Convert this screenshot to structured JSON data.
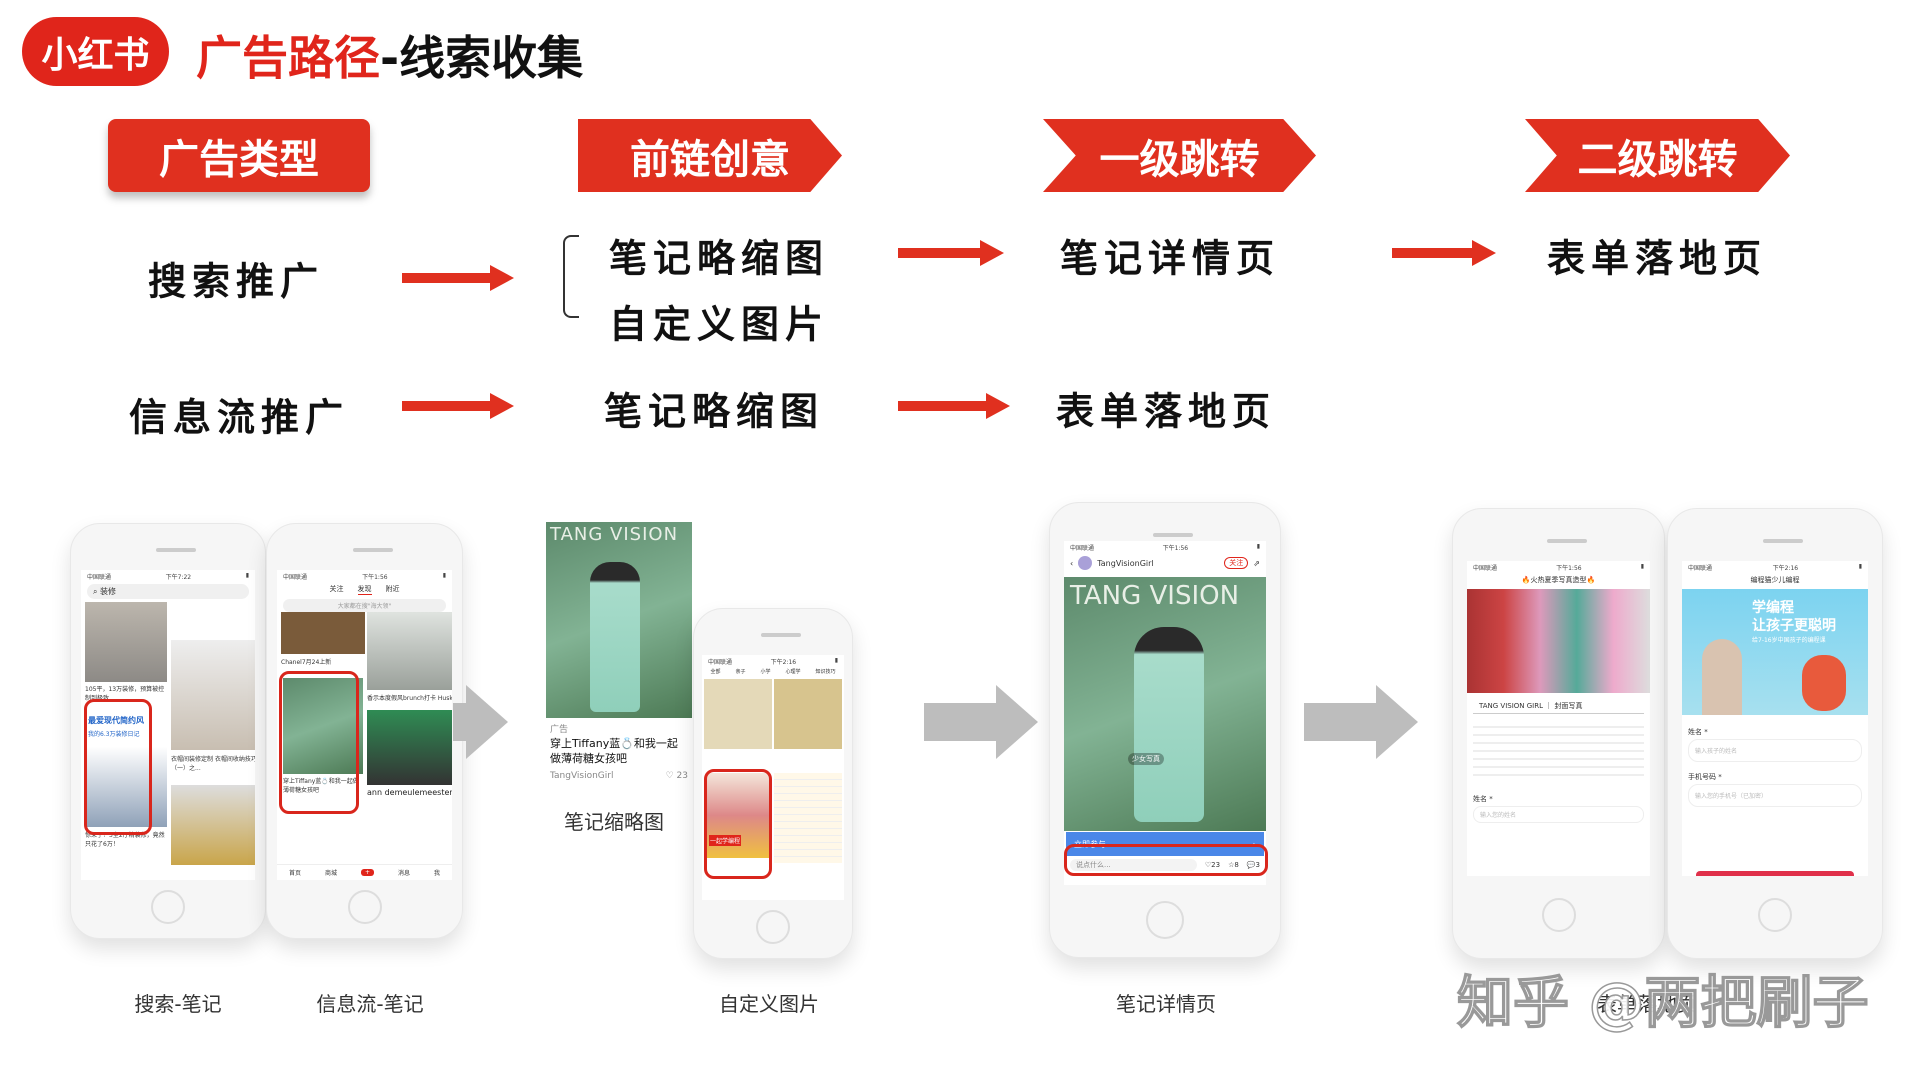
{
  "logo": "小红书",
  "title": {
    "highlight": "广告路径",
    "rest": "-线索收集"
  },
  "headers": [
    "广告类型",
    "前链创意",
    "一级跳转",
    "二级跳转"
  ],
  "rows": {
    "search": {
      "type": "搜索推广",
      "creatives": [
        "笔记略缩图",
        "自定义图片"
      ],
      "first": "笔记详情页",
      "second": "表单落地页"
    },
    "feed": {
      "type": "信息流推广",
      "creative": "笔记略缩图",
      "first": "表单落地页"
    }
  },
  "screens": {
    "search_phone": {
      "query": "装修",
      "items": [
        "105平，13万装修，预算被控制到极致",
        "最爱现代简约风",
        "我的6.3万装修日记",
        "惊呆了！3室2厅精装修，竟然只花了6万！",
        "衣帽间装修定制 衣帽间收纳技巧（一）之..."
      ]
    },
    "feed_phone": {
      "tabs": [
        "关注",
        "发现",
        "附近"
      ],
      "search_placeholder": "大家都在搜\"海大领\"",
      "items": [
        "Chanel7月24上新",
        "香示本度假风brunch打卡 Husk",
        "穿上Tiffany蓝💍和我一起做薄荷糖女孩吧",
        "ann demeulemeester"
      ],
      "nav": [
        "首页",
        "商城",
        "+",
        "消息",
        "我"
      ]
    },
    "note_card": {
      "brand": "TANG VISION",
      "ad": "广告",
      "title": "穿上Tiffany蓝💍和我一起做薄荷糖女孩吧",
      "author": "TangVisionGirl",
      "likes": "23"
    },
    "custom_phone": {
      "tabs": [
        "全部",
        "亲子",
        "小学",
        "心理学",
        "知识技巧"
      ],
      "banner": "一起学编程"
    },
    "detail_phone": {
      "author": "TangVisionGirl",
      "follow": "关注",
      "brand": "TANG VISION",
      "tag": "少女写真",
      "cta": "立即参与",
      "comment": "说点什么...",
      "likes": "23",
      "stars": "8",
      "comments": "3"
    },
    "landing1": {
      "title": "🔥火热夏季写真造型🔥",
      "heading": "TANG VISION GIRL ｜ 封面写真",
      "name_label": "姓名 *",
      "name_placeholder": "输入您的姓名"
    },
    "landing2": {
      "title": "编程猫少儿编程",
      "headline1": "学编程",
      "headline2": "让孩子更聪明",
      "sub": "给7-16岁中国孩子的编程课",
      "name_label": "姓名 *",
      "name_placeholder": "输入孩子的姓名",
      "phone_label": "手机号码 *",
      "phone_placeholder": "输入您的手机号（已加密）"
    }
  },
  "captions": [
    "搜索-笔记",
    "信息流-笔记",
    "笔记缩略图",
    "自定义图片",
    "笔记详情页",
    "表单落地页"
  ],
  "watermark": "知乎 @两把刷子",
  "colors": {
    "brand_red": "#e0251b",
    "cta_blue": "#4a87e8",
    "arrow_gray": "#bdbdbd"
  }
}
